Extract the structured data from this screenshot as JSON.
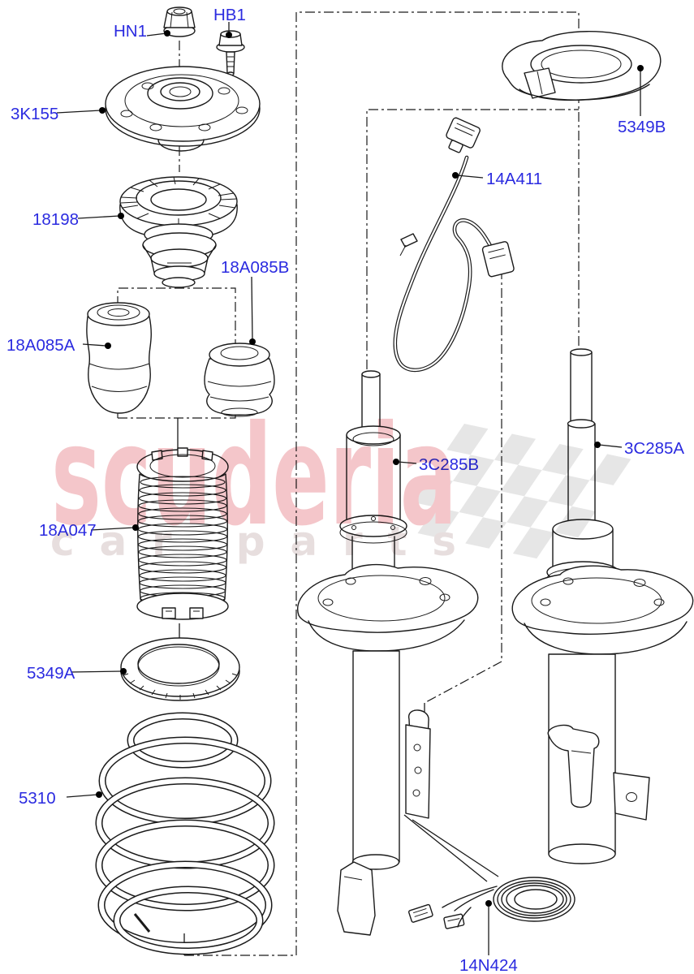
{
  "diagram": {
    "label_color": "#2b2be0",
    "line_color": "#1a1a1a",
    "parts": {
      "hn1": {
        "label": "HN1"
      },
      "hb1": {
        "label": "HB1"
      },
      "strut_top_mount": {
        "label": "3K155"
      },
      "bearing": {
        "label": "18198"
      },
      "bump_stop_b": {
        "label": "18A085B"
      },
      "bump_stop_a": {
        "label": "18A085A"
      },
      "dust_boot": {
        "label": "18A047"
      },
      "spring_seat_lower": {
        "label": "5349A"
      },
      "coil_spring": {
        "label": "5310"
      },
      "spring_seat_upper": {
        "label": "5349B"
      },
      "abs_sensor_wire": {
        "label": "14A411"
      },
      "strut_b": {
        "label": "3C285B"
      },
      "strut_a": {
        "label": "3C285A"
      },
      "wiring_harness": {
        "label": "14N424"
      }
    }
  },
  "watermark": {
    "brand": "scuderia",
    "tagline": "car parts",
    "brand_color": "#eda3a9",
    "tagline_color": "#d8c9c9",
    "checker_color": "#d7d7d7"
  }
}
